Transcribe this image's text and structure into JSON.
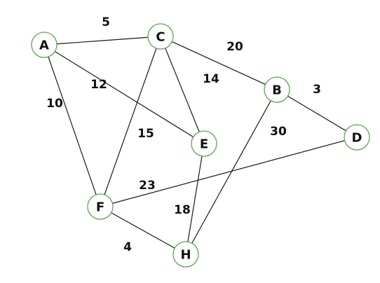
{
  "graph": {
    "nodes": [
      {
        "id": "A",
        "label": "A"
      },
      {
        "id": "C",
        "label": "C"
      },
      {
        "id": "B",
        "label": "B"
      },
      {
        "id": "D",
        "label": "D"
      },
      {
        "id": "E",
        "label": "E"
      },
      {
        "id": "F",
        "label": "F"
      },
      {
        "id": "H",
        "label": "H"
      }
    ],
    "edges": [
      {
        "from": "A",
        "to": "C",
        "weight": "5"
      },
      {
        "from": "A",
        "to": "E",
        "weight": "12"
      },
      {
        "from": "A",
        "to": "F",
        "weight": "10"
      },
      {
        "from": "C",
        "to": "B",
        "weight": "20"
      },
      {
        "from": "C",
        "to": "E",
        "weight": "14"
      },
      {
        "from": "C",
        "to": "F",
        "weight": "15"
      },
      {
        "from": "B",
        "to": "D",
        "weight": "3"
      },
      {
        "from": "B",
        "to": "H",
        "weight": "30"
      },
      {
        "from": "F",
        "to": "D",
        "weight": "23"
      },
      {
        "from": "E",
        "to": "H",
        "weight": "18"
      },
      {
        "from": "F",
        "to": "H",
        "weight": "4"
      }
    ],
    "colors": {
      "node_stroke": "#5aa84a",
      "edge": "#1a1a1a",
      "text": "#111111"
    }
  }
}
